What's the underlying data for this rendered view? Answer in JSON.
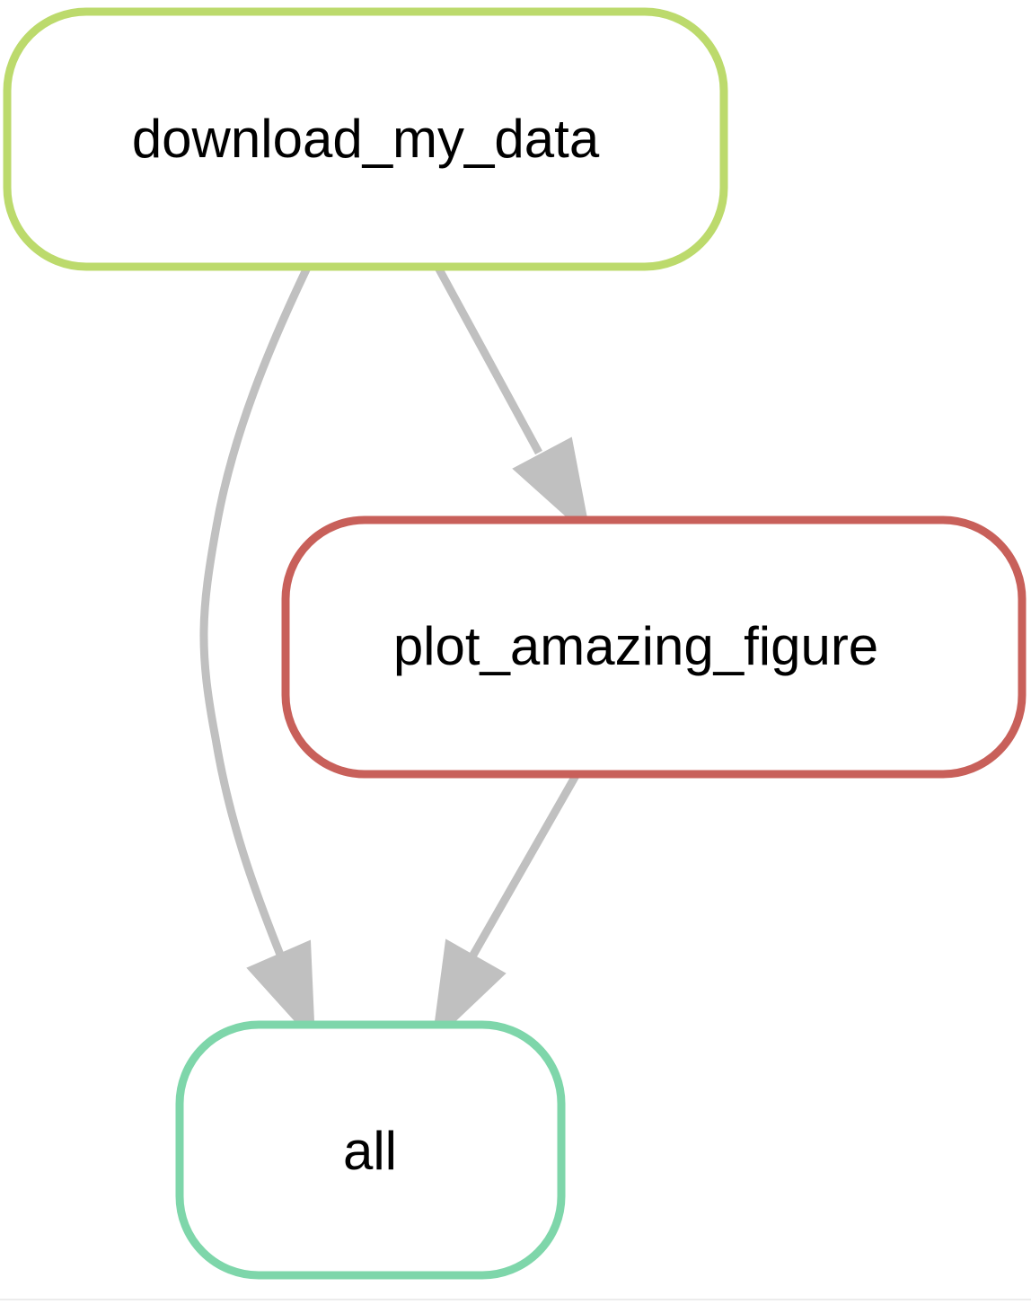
{
  "nodes": {
    "download": {
      "label": "download_my_data",
      "color": "#bcda6c"
    },
    "plot": {
      "label": "plot_amazing_figure",
      "color": "#c8605a"
    },
    "all": {
      "label": "all",
      "color": "#7ed6aa"
    }
  },
  "edges": [
    {
      "from": "download_my_data",
      "to": "plot_amazing_figure"
    },
    {
      "from": "download_my_data",
      "to": "all"
    },
    {
      "from": "plot_amazing_figure",
      "to": "all"
    }
  ],
  "edge_color": "#c0c0c0"
}
